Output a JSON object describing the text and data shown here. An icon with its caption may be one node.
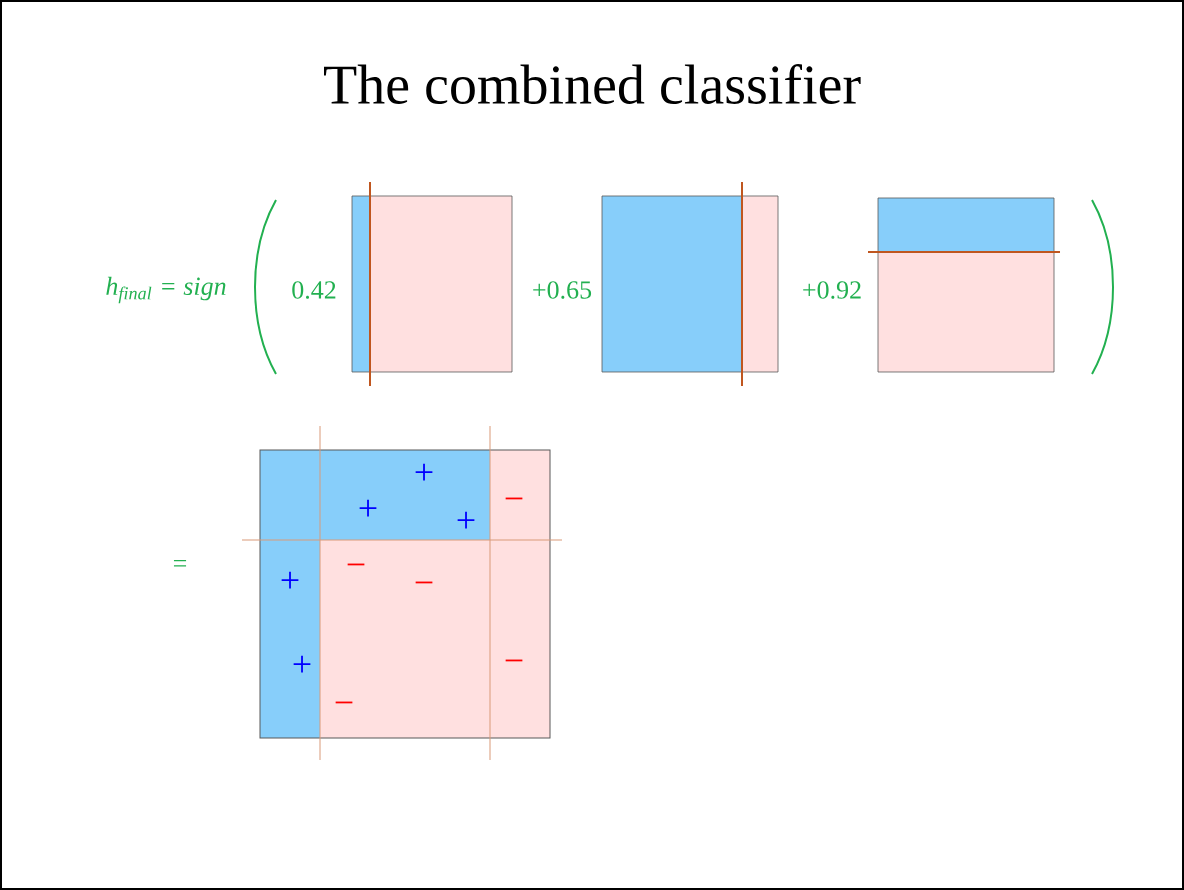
{
  "diagram": {
    "title": "The combined classifier",
    "labels": [
      "h$_{final}$ = sign",
      "0.42",
      "+0.65",
      "+0.92",
      "=",
      "+",
      "+",
      "+",
      "−",
      "−",
      "+",
      "−",
      "+",
      "−",
      "−"
    ]
  }
}
